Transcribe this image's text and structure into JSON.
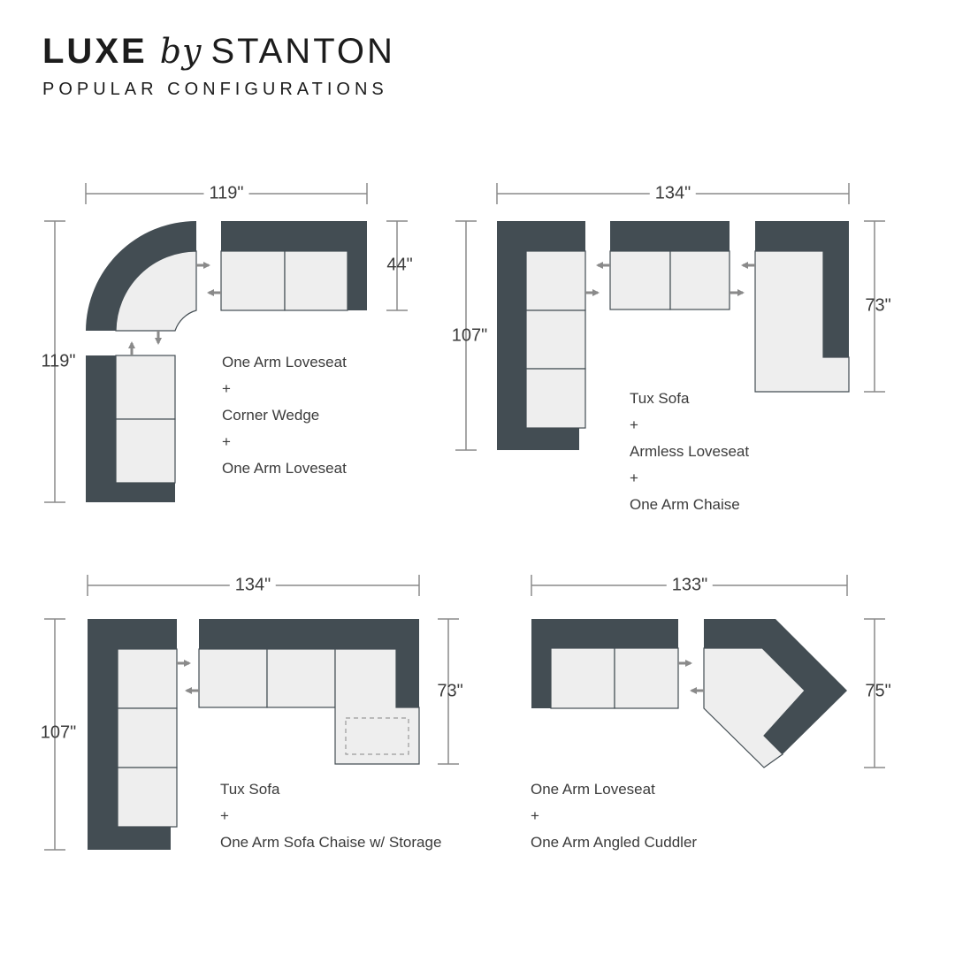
{
  "header": {
    "brand_bold": "LUXE",
    "brand_by": "by",
    "brand_name": "STANTON",
    "subtitle": "POPULAR CONFIGURATIONS"
  },
  "colors": {
    "frame": "#434d53",
    "cushion": "#eeeeee",
    "dimension_line": "#8a8a8a",
    "arrow": "#8a8a8a"
  },
  "configs": [
    {
      "width": "119\"",
      "depth": "119\"",
      "side": "44\"",
      "parts": [
        "One Arm Loveseat",
        "+",
        "Corner Wedge",
        "+",
        "One Arm Loveseat"
      ]
    },
    {
      "width": "134\"",
      "depth": "107\"",
      "side": "73\"",
      "parts": [
        "Tux Sofa",
        "+",
        "Armless Loveseat",
        "+",
        "One Arm Chaise"
      ]
    },
    {
      "width": "134\"",
      "depth": "107\"",
      "side": "73\"",
      "parts": [
        "Tux Sofa",
        "+",
        "One Arm Sofa Chaise w/ Storage"
      ]
    },
    {
      "width": "133\"",
      "side": "75\"",
      "parts": [
        "One Arm Loveseat",
        "+",
        "One Arm Angled Cuddler"
      ]
    }
  ]
}
